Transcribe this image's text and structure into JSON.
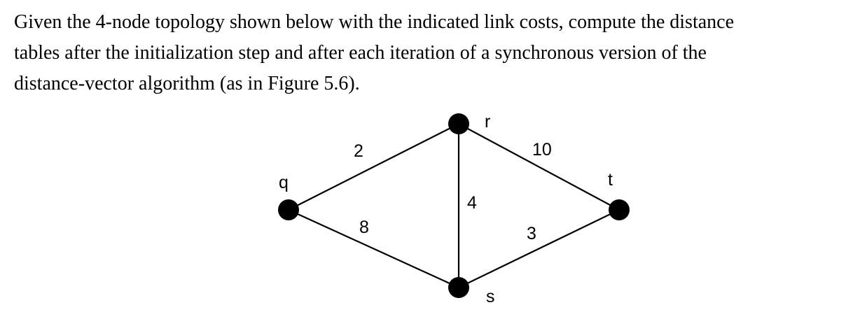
{
  "question": {
    "lines": [
      "Given the 4-node topology shown below with the indicated link costs, compute the distance",
      "tables after the initialization step and after each iteration of a synchronous version of the",
      "distance-vector algorithm (as in Figure 5.6)."
    ]
  },
  "graph": {
    "nodes": {
      "q": "q",
      "r": "r",
      "s": "s",
      "t": "t"
    },
    "edges": [
      {
        "from": "q",
        "to": "r",
        "cost": "2"
      },
      {
        "from": "q",
        "to": "s",
        "cost": "8"
      },
      {
        "from": "r",
        "to": "s",
        "cost": "4"
      },
      {
        "from": "r",
        "to": "t",
        "cost": "10"
      },
      {
        "from": "s",
        "to": "t",
        "cost": "3"
      }
    ]
  }
}
